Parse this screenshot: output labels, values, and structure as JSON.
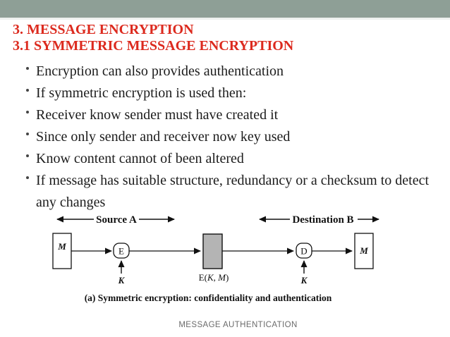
{
  "colors": {
    "top_bar": "#8e9f96",
    "title_red": "#dc2a1e",
    "body_text": "#1c1c1c",
    "ciphertext_box_fill": "#b4b4b4",
    "footer_gray": "#6b6b6b"
  },
  "title": {
    "line1": "3. MESSAGE ENCRYPTION",
    "line2": "3.1 SYMMETRIC MESSAGE ENCRYPTION"
  },
  "bullets": [
    "Encryption can also provides authentication",
    "If symmetric encryption is used then:",
    "Receiver know sender must have created it",
    "Since only sender and receiver now key used",
    "Know content cannot of been altered",
    "If message has suitable structure, redundancy or a checksum to detect any changes"
  ],
  "diagram": {
    "source_label": "Source A",
    "destination_label": "Destination B",
    "message_left": "M",
    "encrypt_node": "E",
    "key_left": "K",
    "ciphertext": {
      "prefix": "E(",
      "k": "K",
      "sep": ", ",
      "m": "M",
      "suffix": ")"
    },
    "decrypt_node": "D",
    "key_right": "K",
    "message_right": "M",
    "caption": "(a) Symmetric encryption: confidentiality and authentication"
  },
  "footer": {
    "text": "MESSAGE AUTHENTICATION"
  }
}
